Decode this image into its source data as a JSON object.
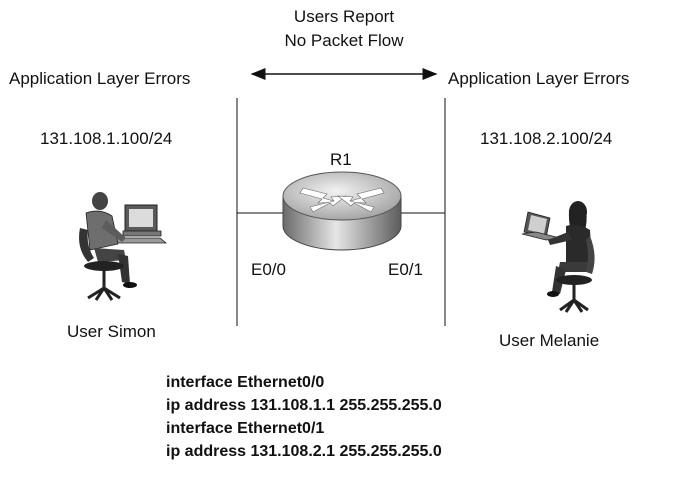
{
  "diagram": {
    "top_note": [
      "Users Report",
      "No Packet Flow"
    ],
    "left_error": "Application Layer Errors",
    "right_error": "Application Layer Errors",
    "left_ip": "131.108.1.100/24",
    "right_ip": "131.108.2.100/24",
    "router_name": "R1",
    "iface_left": "E0/0",
    "iface_right": "E0/1",
    "user_left": "User Simon",
    "user_right": "User Melanie"
  },
  "config": [
    "interface Ethernet0/0",
    "ip address 131.108.1.1 255.255.255.0",
    "interface Ethernet0/1",
    "ip address 131.108.2.1 255.255.255.0"
  ]
}
